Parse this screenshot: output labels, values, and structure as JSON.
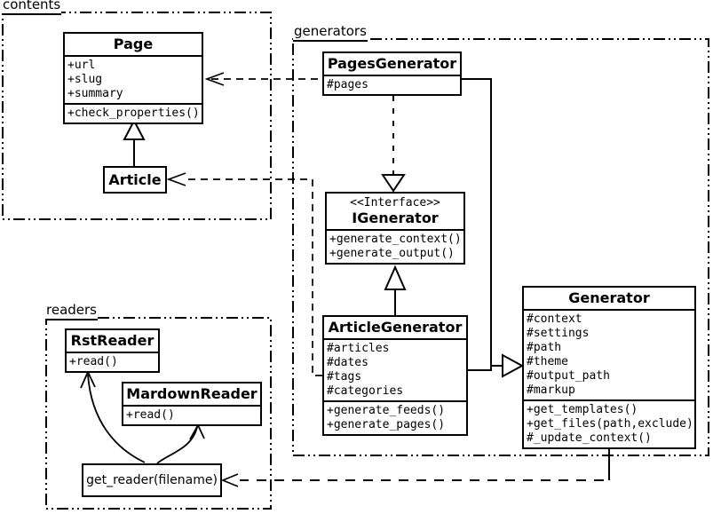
{
  "diagram": {
    "kind": "uml-class-diagram"
  },
  "colors": {
    "line": "#000000",
    "background": "#ffffff"
  },
  "packages": {
    "contents": {
      "label": "contents"
    },
    "generators": {
      "label": "generators"
    },
    "readers": {
      "label": "readers"
    }
  },
  "classes": {
    "page": {
      "name": "Page",
      "attributes": [
        "+url",
        "+slug",
        "+summary"
      ],
      "methods": [
        "+check_properties()"
      ]
    },
    "article": {
      "name": "Article"
    },
    "pages_generator": {
      "name": "PagesGenerator",
      "attributes": [
        "#pages"
      ]
    },
    "igenerator": {
      "stereotype": "<<Interface>>",
      "name": "IGenerator",
      "methods": [
        "+generate_context()",
        "+generate_output()"
      ]
    },
    "article_generator": {
      "name": "ArticleGenerator",
      "attributes": [
        "#articles",
        "#dates",
        "#tags",
        "#categories"
      ],
      "methods": [
        "+generate_feeds()",
        "+generate_pages()"
      ]
    },
    "generator": {
      "name": "Generator",
      "attributes": [
        "#context",
        "#settings",
        "#path",
        "#theme",
        "#output_path",
        "#markup"
      ],
      "methods": [
        "+get_templates()",
        "+get_files(path,exclude)",
        "#_update_context()"
      ]
    },
    "rst_reader": {
      "name": "RstReader",
      "methods": [
        "+read()"
      ]
    },
    "markdown_reader": {
      "name": "MardownReader",
      "methods": [
        "+read()"
      ]
    },
    "get_reader": {
      "label": "get_reader(filename)"
    }
  },
  "relationships": [
    {
      "from": "Article",
      "to": "Page",
      "type": "inheritance",
      "style": "solid-hollow-triangle"
    },
    {
      "from": "PagesGenerator",
      "to": "Page",
      "type": "dependency",
      "style": "dashed-open-arrow"
    },
    {
      "from": "ArticleGenerator",
      "to": "Article",
      "type": "dependency",
      "style": "dashed-open-arrow"
    },
    {
      "from": "PagesGenerator",
      "to": "IGenerator",
      "type": "realization",
      "style": "dashed-hollow-triangle"
    },
    {
      "from": "ArticleGenerator",
      "to": "IGenerator",
      "type": "inheritance",
      "style": "solid-hollow-triangle"
    },
    {
      "from": "PagesGenerator",
      "to": "Generator",
      "type": "inheritance",
      "style": "solid-hollow-triangle"
    },
    {
      "from": "ArticleGenerator",
      "to": "Generator",
      "type": "inheritance",
      "style": "solid-hollow-triangle"
    },
    {
      "from": "Generator",
      "to": "get_reader(filename)",
      "type": "dependency",
      "style": "dashed-open-arrow"
    },
    {
      "from": "get_reader(filename)",
      "to": "RstReader",
      "type": "association",
      "style": "curved-open-arrow"
    },
    {
      "from": "get_reader(filename)",
      "to": "MardownReader",
      "type": "association",
      "style": "curved-open-arrow"
    }
  ]
}
